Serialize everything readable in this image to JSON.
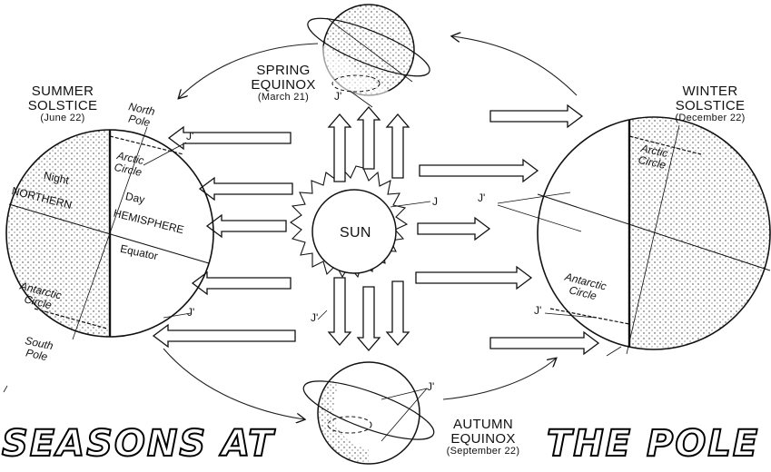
{
  "diagram": {
    "sun_label": "SUN",
    "seasons": {
      "summer": {
        "name_line1": "SUMMER",
        "name_line2": "SOLSTICE",
        "date": "(June 22)"
      },
      "winter": {
        "name_line1": "WINTER",
        "name_line2": "SOLSTICE",
        "date": "(December 22)"
      },
      "spring": {
        "name_line1": "SPRING",
        "name_line2": "EQUINOX",
        "date": "(March 21)"
      },
      "autumn": {
        "name_line1": "AUTUMN",
        "name_line2": "EQUINOX",
        "date": "(September 22)"
      }
    },
    "summer_globe": {
      "north_pole_line1": "North",
      "north_pole_line2": "Pole",
      "south_pole_line1": "South",
      "south_pole_line2": "Pole",
      "arctic_line1": "Arctic",
      "arctic_line2": "Circle",
      "antarctic_line1": "Antarctic",
      "antarctic_line2": "Circle",
      "night": "Night",
      "day": "Day",
      "northern": "NORTHERN",
      "hemisphere": "HEMISPHERE",
      "equator": "Equator"
    },
    "winter_globe": {
      "arctic_line1": "Arctic",
      "arctic_line2": "Circle",
      "antarctic_line1": "Antarctic",
      "antarctic_line2": "Circle"
    },
    "ray_markers": {
      "j": "J",
      "j_prime": "J'"
    },
    "banner": {
      "left": "SEASONS AT",
      "right": "THE POLE"
    }
  }
}
